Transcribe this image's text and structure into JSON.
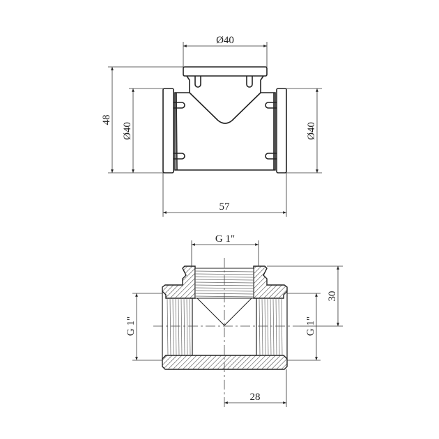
{
  "top_view": {
    "dim_top_diameter": "Ø40",
    "dim_height": "48",
    "dim_left_diameter": "Ø40",
    "dim_right_diameter": "Ø40",
    "dim_length": "57"
  },
  "section_view": {
    "dim_top_thread": "G 1\"",
    "dim_branch_height": "30",
    "dim_left_thread": "G 1\"",
    "dim_right_thread": "G 1\"",
    "dim_half_length": "28"
  }
}
